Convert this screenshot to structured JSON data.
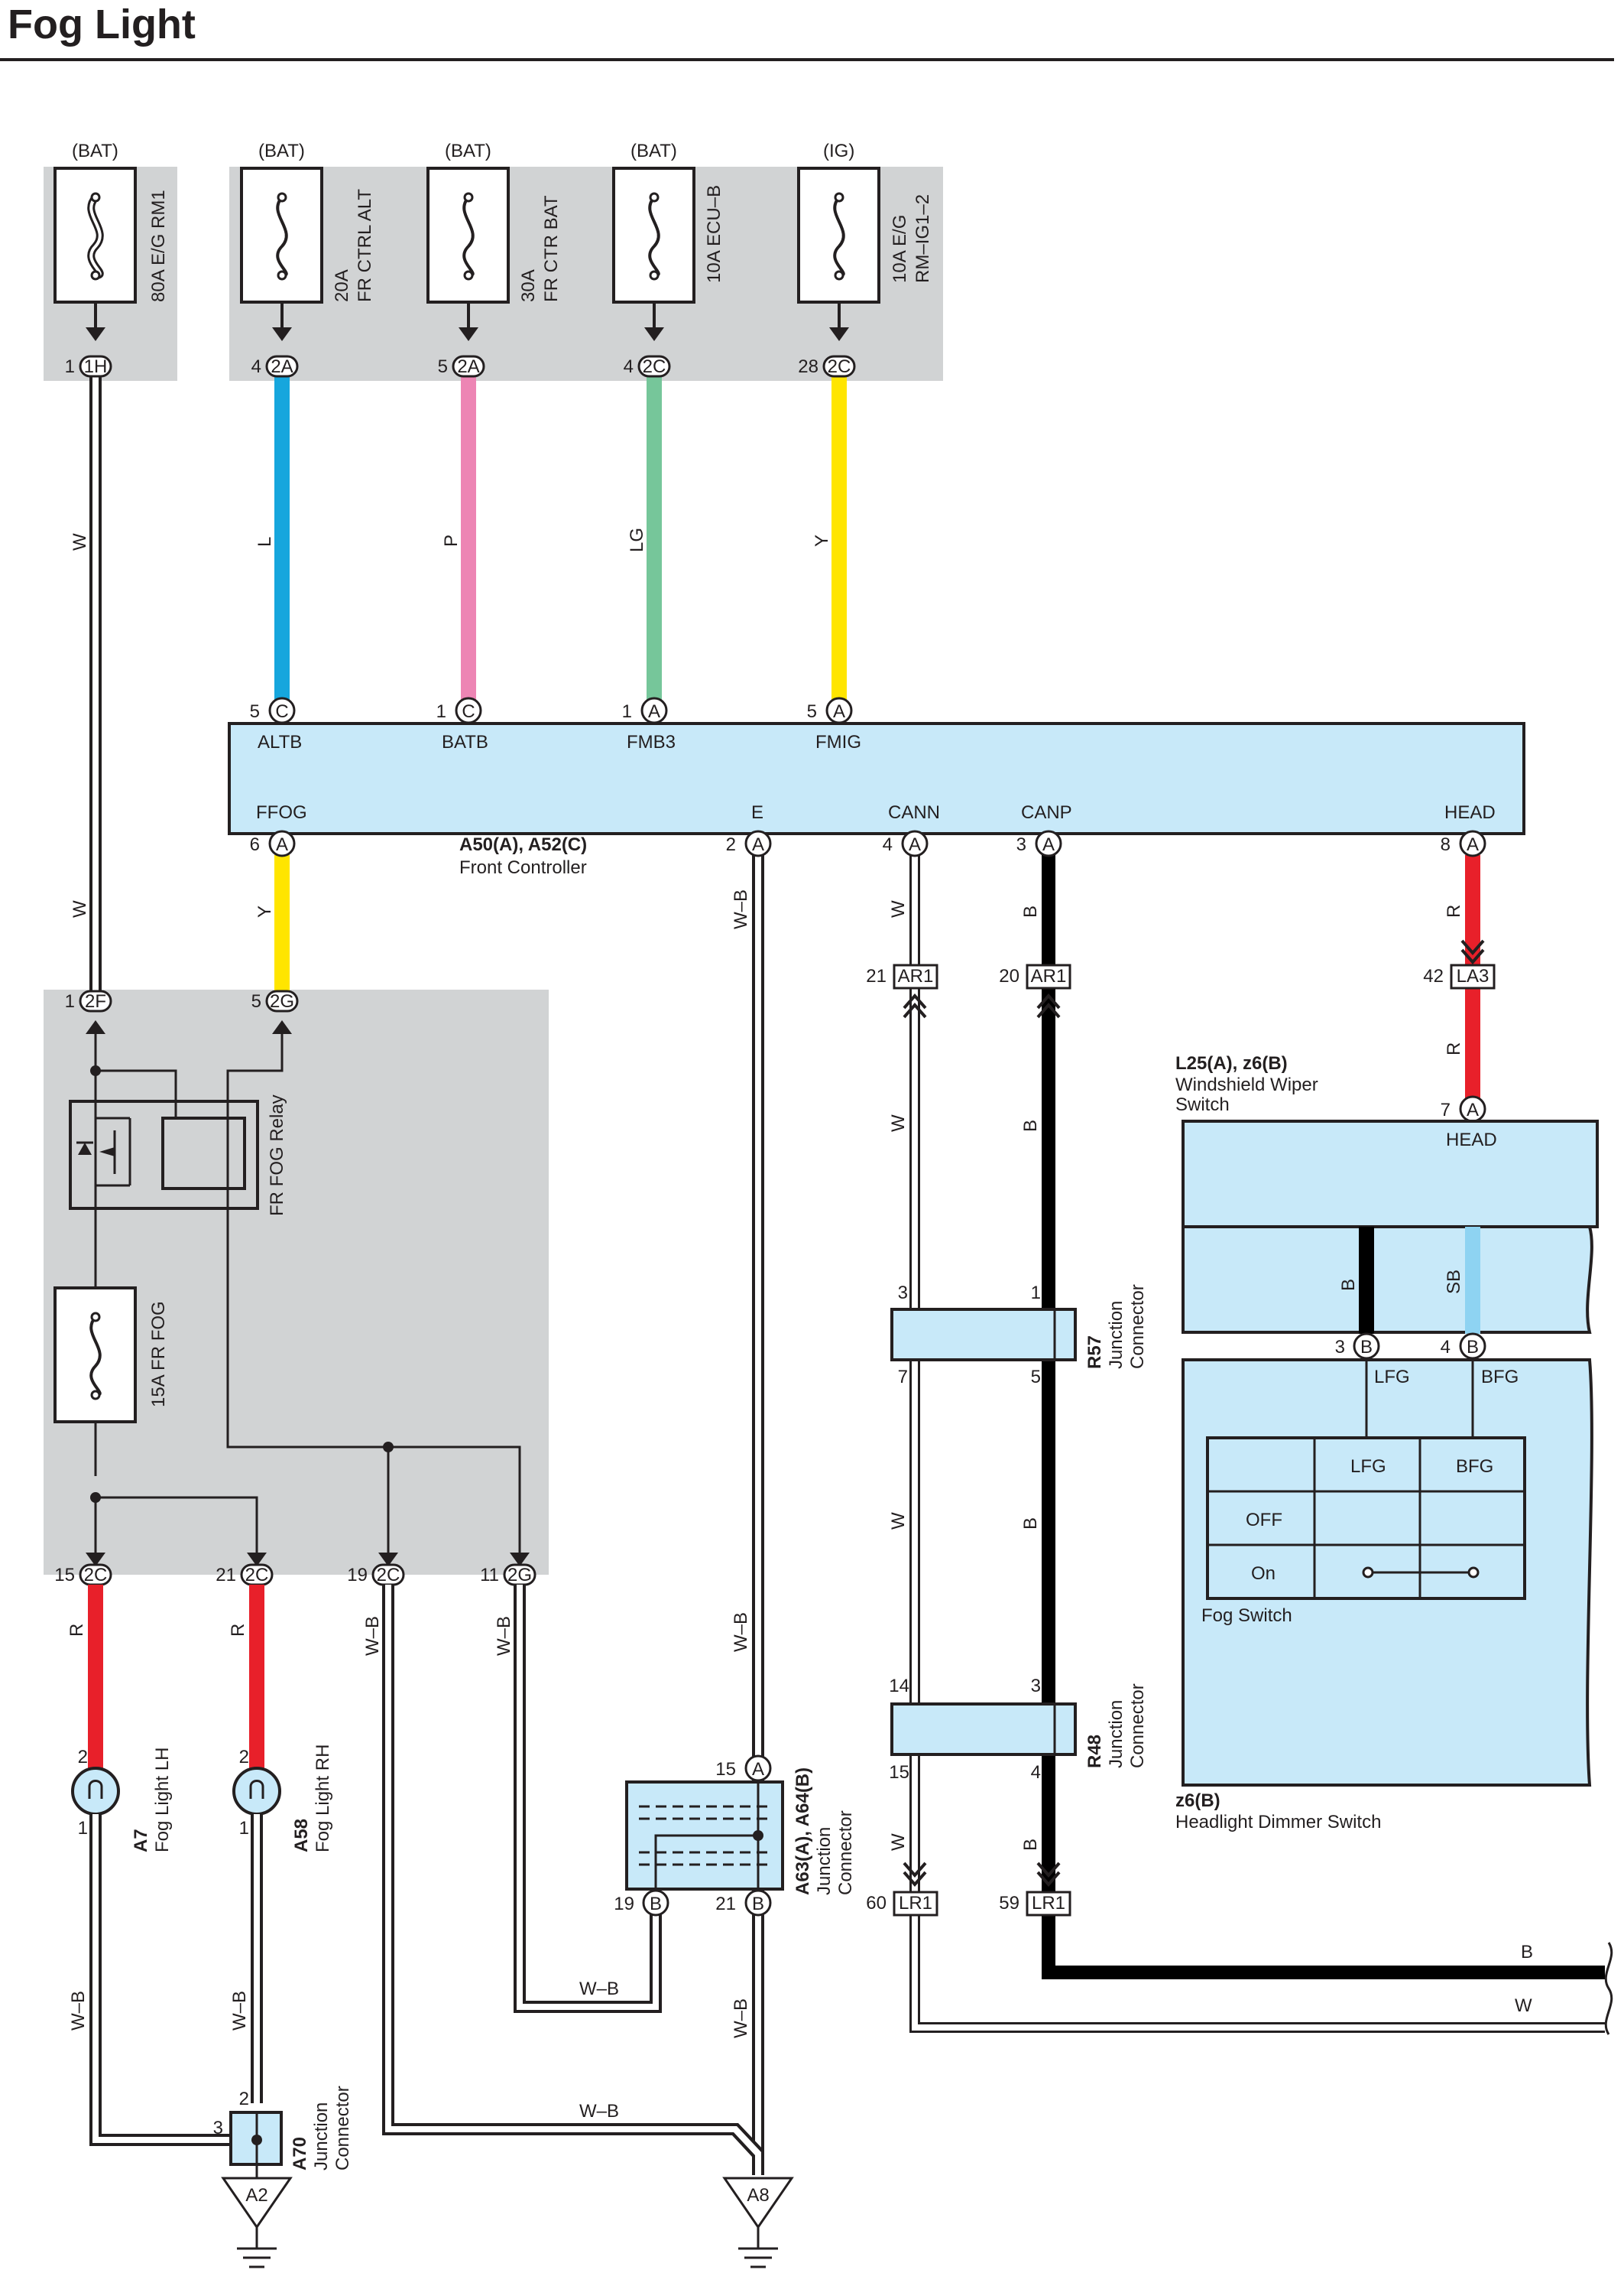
{
  "title": "Fog Light",
  "colors": {
    "L": "#16a6dd",
    "P": "#ed85b4",
    "LG": "#76c69a",
    "Y": "#ffe500",
    "R": "#e8202a",
    "B": "#000000",
    "W": "#ffffff",
    "SB": "#8ed3f2",
    "panel": "#d1d3d4",
    "box": "#c8e9f9"
  },
  "fuses": [
    {
      "source": "(BAT)",
      "label": "80A E/G RM1",
      "pin": "1",
      "conn": "1H",
      "wire": "W"
    },
    {
      "source": "(BAT)",
      "label1": "20A",
      "label2": "FR CTRL ALT",
      "pin": "4",
      "conn": "2A",
      "wire": "L"
    },
    {
      "source": "(BAT)",
      "label1": "30A",
      "label2": "FR CTR BAT",
      "pin": "5",
      "conn": "2A",
      "wire": "P"
    },
    {
      "source": "(BAT)",
      "label": "10A ECU–B",
      "pin": "4",
      "conn": "2C",
      "wire": "LG"
    },
    {
      "source": "(IG)",
      "label1": "10A E/G",
      "label2": "RM–IG1–2",
      "pin": "28",
      "conn": "2C",
      "wire": "Y"
    }
  ],
  "controller": {
    "name": "A50(A), A52(C)",
    "desc": "Front Controller",
    "top_pins": [
      {
        "pin": "5",
        "conn": "C",
        "term": "ALTB"
      },
      {
        "pin": "1",
        "conn": "C",
        "term": "BATB"
      },
      {
        "pin": "1",
        "conn": "A",
        "term": "FMB3"
      },
      {
        "pin": "5",
        "conn": "A",
        "term": "FMIG"
      }
    ],
    "bottom_pins": [
      {
        "pin": "6",
        "conn": "A",
        "term": "FFOG",
        "wire": "Y"
      },
      {
        "pin": "2",
        "conn": "A",
        "term": "E",
        "wire": "W–B"
      },
      {
        "pin": "4",
        "conn": "A",
        "term": "CANN",
        "wire": "W"
      },
      {
        "pin": "3",
        "conn": "A",
        "term": "CANP",
        "wire": "B"
      },
      {
        "pin": "8",
        "conn": "A",
        "term": "HEAD",
        "wire": "R"
      }
    ]
  },
  "relay_block": {
    "relay": "FR FOG Relay",
    "fuse": "15A FR FOG",
    "top_conns": [
      {
        "pin": "1",
        "conn": "2F"
      },
      {
        "pin": "5",
        "conn": "2G"
      }
    ],
    "bottom_conns": [
      {
        "pin": "15",
        "conn": "2C",
        "wire": "R"
      },
      {
        "pin": "21",
        "conn": "2C",
        "wire": "R"
      },
      {
        "pin": "19",
        "conn": "2C",
        "wire": "W–B"
      },
      {
        "pin": "11",
        "conn": "2G",
        "wire": "W–B"
      }
    ]
  },
  "inline": {
    "ar1_left": {
      "pin": "21",
      "conn": "AR1"
    },
    "ar1_right": {
      "pin": "20",
      "conn": "AR1"
    },
    "la3": {
      "pin": "42",
      "conn": "LA3"
    },
    "lr1_left": {
      "pin": "60",
      "conn": "LR1"
    },
    "lr1_right": {
      "pin": "59",
      "conn": "LR1"
    }
  },
  "junctions": {
    "r57": {
      "name": "R57",
      "desc1": "Junction",
      "desc2": "Connector",
      "pins": [
        "3",
        "1",
        "7",
        "5"
      ]
    },
    "r48": {
      "name": "R48",
      "desc1": "Junction",
      "desc2": "Connector",
      "pins": [
        "14",
        "3",
        "15",
        "4"
      ]
    },
    "a63": {
      "name": "A63(A), A64(B)",
      "desc1": "Junction",
      "desc2": "Connector",
      "top_pin": "15",
      "top_conn": "A",
      "pin_l": "19",
      "conn_l": "B",
      "pin_r": "21",
      "conn_r": "B"
    },
    "a70": {
      "name": "A70",
      "desc1": "Junction",
      "desc2": "Connector",
      "pin_top": "2",
      "pin_left": "3"
    }
  },
  "lights": [
    {
      "name": "A7",
      "desc": "Fog Light LH",
      "pin_top": "2",
      "pin_bot": "1"
    },
    {
      "name": "A58",
      "desc": "Fog Light RH",
      "pin_top": "2",
      "pin_bot": "1"
    }
  ],
  "grounds": [
    "A2",
    "A8"
  ],
  "switch": {
    "name": "L25(A), z6(B)",
    "desc1": "Windshield Wiper",
    "desc2": "Switch",
    "head_pin": "7",
    "head_conn": "A",
    "head_term": "HEAD",
    "wire_b": "B",
    "wire_sb": "SB",
    "pin3": "3",
    "pin4": "4",
    "pin_conn": "B",
    "term_lfg": "LFG",
    "term_bfg": "BFG",
    "table_headers": [
      "LFG",
      "BFG"
    ],
    "table_rows": [
      "OFF",
      "On"
    ],
    "fog_switch": "Fog Switch",
    "dimmer_name": "z6(B)",
    "dimmer_desc": "Headlight Dimmer Switch"
  },
  "wire_labels": {
    "y": "Y",
    "w": "W",
    "wb": "W–B",
    "b": "B",
    "r": "R"
  }
}
